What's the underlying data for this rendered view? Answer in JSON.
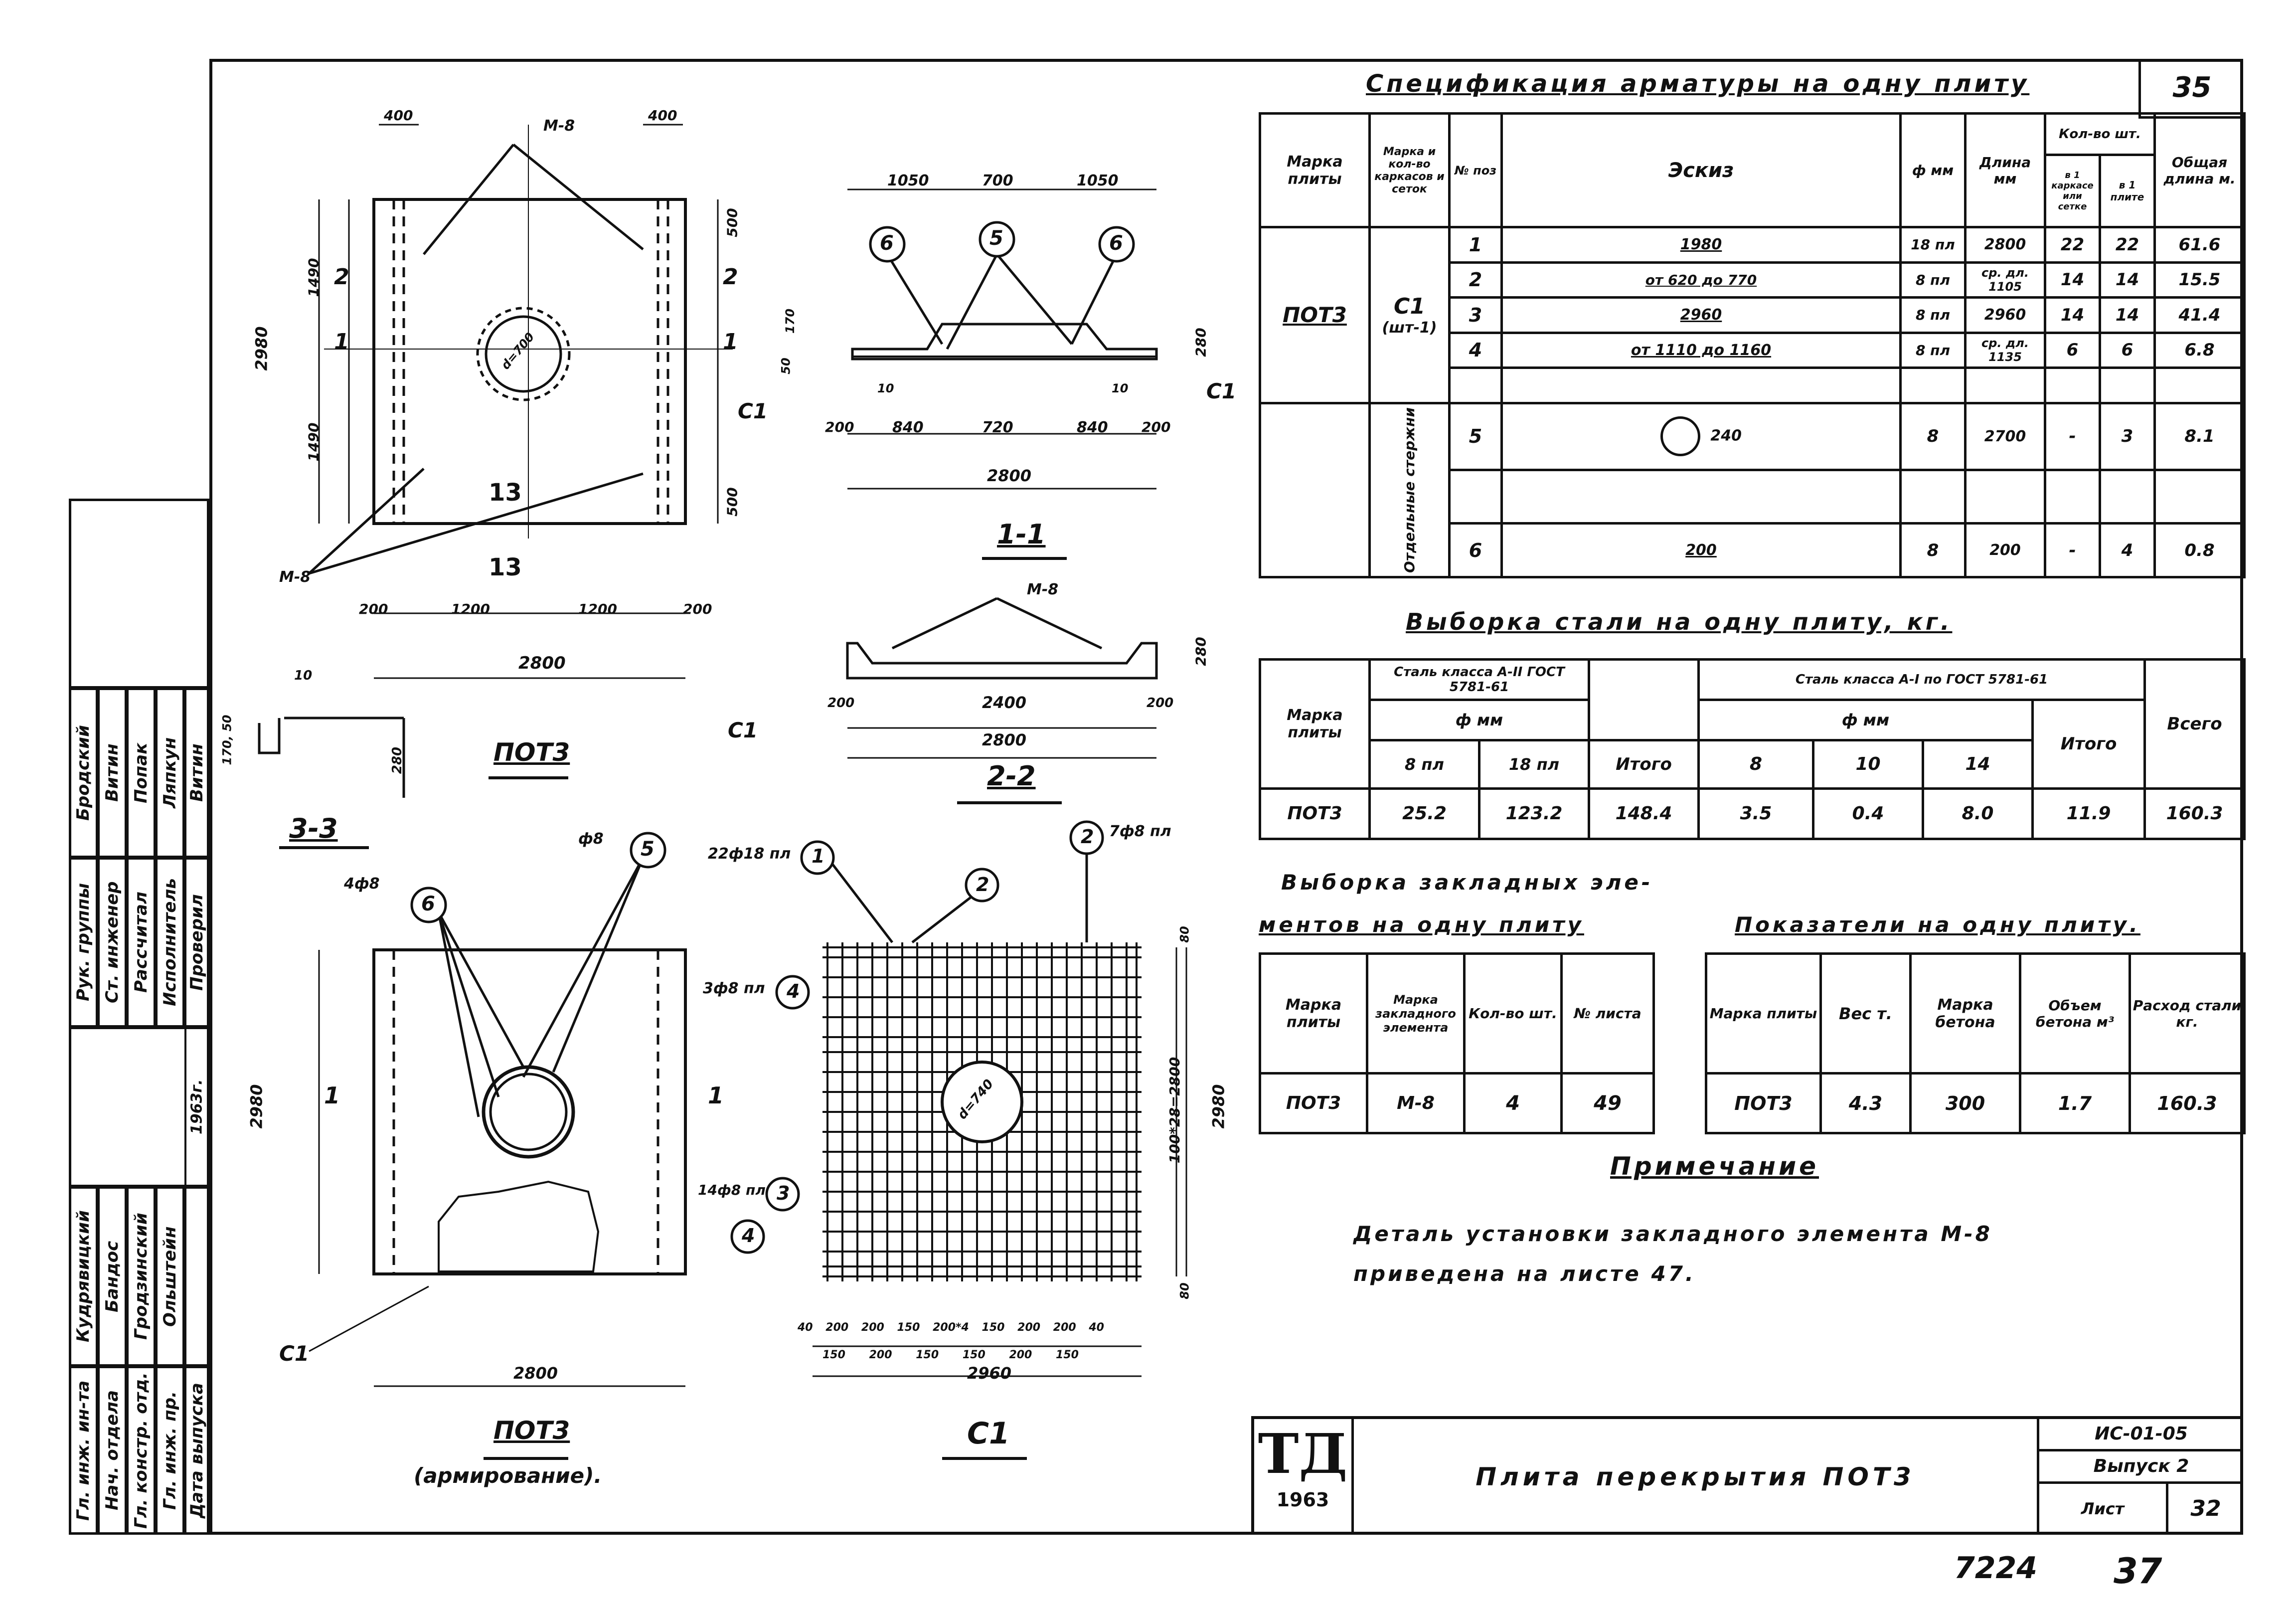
{
  "sheet_corner_number": "35",
  "spec": {
    "title": "Спецификация арматуры на одну плиту",
    "headers": {
      "mark": "Марка плиты",
      "frames": "Марка и кол-во каркасов и сеток",
      "pos": "№ поз",
      "sketch": "Эскиз",
      "dia": "ф мм",
      "len": "Длина мм",
      "qty": "Кол-во шт.",
      "qty_a": "в 1 каркасе или сетке",
      "qty_b": "в 1 плите",
      "total": "Общая длина м."
    },
    "plate": "ПОТ3",
    "frame_mark": "С1",
    "frame_count": "(шт-1)",
    "loose_label": "Отдельные стержни",
    "rows": [
      {
        "pos": "1",
        "sketch": "1980",
        "dia": "18 пл",
        "len": "2800",
        "qa": "22",
        "qb": "22",
        "total": "61.6"
      },
      {
        "pos": "2",
        "sketch": "от 620 до 770",
        "dia": "8 пл",
        "len": "ср. дл. 1105",
        "qa": "14",
        "qb": "14",
        "total": "15.5"
      },
      {
        "pos": "3",
        "sketch": "2960",
        "dia": "8 пл",
        "len": "2960",
        "qa": "14",
        "qb": "14",
        "total": "41.4"
      },
      {
        "pos": "4",
        "sketch": "от 1110 до 1160",
        "dia": "8 пл",
        "len": "ср. дл. 1135",
        "qa": "6",
        "qb": "6",
        "total": "6.8"
      },
      {
        "pos": "5",
        "sketch": "240",
        "dia": "8",
        "len": "2700",
        "qa": "-",
        "qb": "3",
        "total": "8.1"
      },
      {
        "pos": "6",
        "sketch": "200",
        "dia": "8",
        "len": "200",
        "qa": "-",
        "qb": "4",
        "total": "0.8"
      }
    ]
  },
  "steel": {
    "title": "Выборка стали на одну плиту, кг.",
    "mark": "Марка плиты",
    "group_a": "Сталь класса А-II ГОСТ 5781-61",
    "group_b": "Сталь класса А-I по ГОСТ 5781-61",
    "dia_label": "ф мм",
    "cols_a": [
      "8 пл",
      "18 пл",
      "Итого"
    ],
    "cols_b": [
      "8",
      "10",
      "14",
      "Итого"
    ],
    "total_label": "Всего",
    "row": {
      "mark": "ПОТ3",
      "a": [
        "25.2",
        "123.2",
        "148.4"
      ],
      "b": [
        "3.5",
        "0.4",
        "8.0",
        "11.9"
      ],
      "total": "160.3"
    }
  },
  "embedded": {
    "title_line1": "Выборка закладных эле-",
    "title_line2": "ментов на одну плиту",
    "headers": [
      "Марка плиты",
      "Марка закладного элемента",
      "Кол-во шт.",
      "№ листа"
    ],
    "row": [
      "ПОТ3",
      "М-8",
      "4",
      "49"
    ]
  },
  "indicators": {
    "title": "Показатели на одну плиту.",
    "headers": [
      "Марка плиты",
      "Вес т.",
      "Марка бетона",
      "Объем бетона м³",
      "Расход стали кг."
    ],
    "row": [
      "ПОТ3",
      "4.3",
      "300",
      "1.7",
      "160.3"
    ]
  },
  "note": {
    "title": "Примечание",
    "line1": "Деталь установки закладного элемента М-8",
    "line2": "приведена на листе 47."
  },
  "title_block": {
    "logo": "ТД",
    "year": "1963",
    "name": "Плита перекрытия ПОТ3",
    "code": "ИС-01-05",
    "issue": "Выпуск 2",
    "sheet_label": "Лист",
    "sheet_no": "32"
  },
  "bottom": {
    "num1": "7224",
    "num2": "37"
  },
  "side_block": {
    "roles": [
      "Гл. инж. ин-та",
      "Нач. отдела",
      "Гл. констр. отд.",
      "Гл. инж. пр.",
      "Дата выпуска",
      "Рук. группы",
      "Ст. инженер",
      "Рассчитал",
      "Исполнитель",
      "Проверил"
    ],
    "names": [
      "Кудрявицкий",
      "Бандос",
      "Гродзинский",
      "Ольштейн",
      "",
      "Бродский",
      "Витин",
      "Попак",
      "Ляпкун",
      "Витин"
    ],
    "date": "1963г."
  },
  "drawings": {
    "plan": {
      "caption": "ПОТ3",
      "dims_top": [
        "400",
        "400"
      ],
      "mark_m8": "М-8",
      "dims_left": [
        "2980",
        "1490",
        "1490"
      ],
      "dims_right": [
        "500",
        "500"
      ],
      "dims_bottom": [
        "200",
        "1200",
        "1200",
        "200"
      ],
      "total_bottom": "2800",
      "hole": "d=700",
      "labels": [
        "2",
        "2",
        "1",
        "1",
        "13",
        "13"
      ]
    },
    "sec11": {
      "caption": "1-1",
      "dims_top": [
        "1050",
        "700",
        "1050"
      ],
      "callouts": [
        "6",
        "5",
        "6"
      ],
      "dims_bottom": [
        "200",
        "840",
        "720",
        "840",
        "200"
      ],
      "total": "2800",
      "c1": "С1",
      "h": "280",
      "small": [
        "10",
        "10",
        "50",
        "170"
      ]
    },
    "sec22": {
      "caption": "2-2",
      "mark": "М-8",
      "dims": [
        "200",
        "2400",
        "200"
      ],
      "total": "2800",
      "c1": "С1",
      "h": "280"
    },
    "sec33": {
      "caption": "3-3",
      "d10": "10",
      "h": "280",
      "side": "170, 50"
    },
    "reinf": {
      "caption": "ПОТ3",
      "subcaption": "(армирование).",
      "side_labels": [
        "1",
        "1"
      ],
      "height": "2980",
      "width": "2800",
      "c1": "С1",
      "callout_4f8": "4ф8",
      "callout_f8": "ф8",
      "callouts": [
        "6",
        "5"
      ]
    },
    "c1": {
      "caption": "С1",
      "callout1": "22ф18 пл",
      "callout2": "7ф8 пл",
      "callout3": "3ф8 пл",
      "callout4": "14ф8 пл",
      "numbers": [
        "1",
        "2",
        "2",
        "4",
        "3",
        "4"
      ],
      "height": "2980",
      "inner": "100*28=2800",
      "top": "80",
      "bottom": "80",
      "hole": "d=740",
      "dims_bot1": [
        "40",
        "200",
        "200",
        "150",
        "200*4",
        "150",
        "200",
        "200",
        "40"
      ],
      "dims_bot2": [
        "150",
        "200",
        "150",
        "150",
        "200",
        "150"
      ],
      "width": "2960"
    }
  }
}
